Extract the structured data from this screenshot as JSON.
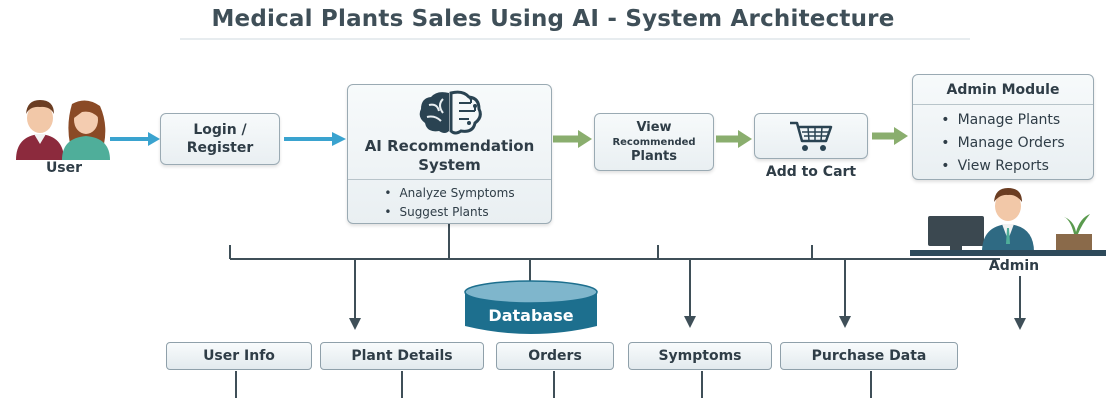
{
  "title": "Medical Plants Sales Using AI - System Architecture",
  "actors": {
    "user": "User",
    "admin": "Admin"
  },
  "nodes": {
    "login": [
      "Login /",
      "Register"
    ],
    "ai": {
      "title": [
        "AI Recommendation",
        "System"
      ],
      "bullets": [
        "Analyze Symptoms",
        "Suggest Plants"
      ]
    },
    "view": [
      "View",
      "Recommended",
      "Plants"
    ],
    "cart": "Add to Cart",
    "admin_module": {
      "title": "Admin Module",
      "bullets": [
        "Manage Plants",
        "Manage Orders",
        "View Reports"
      ]
    },
    "database": "Database"
  },
  "data_stores": [
    "User Info",
    "Plant Details",
    "Orders",
    "Symptoms",
    "Purchase Data"
  ],
  "colors": {
    "blue_arrow": "#3aa3cf",
    "green_arrow": "#8aae6e",
    "database": "#1d6f8e",
    "connector": "#3f4f58"
  }
}
